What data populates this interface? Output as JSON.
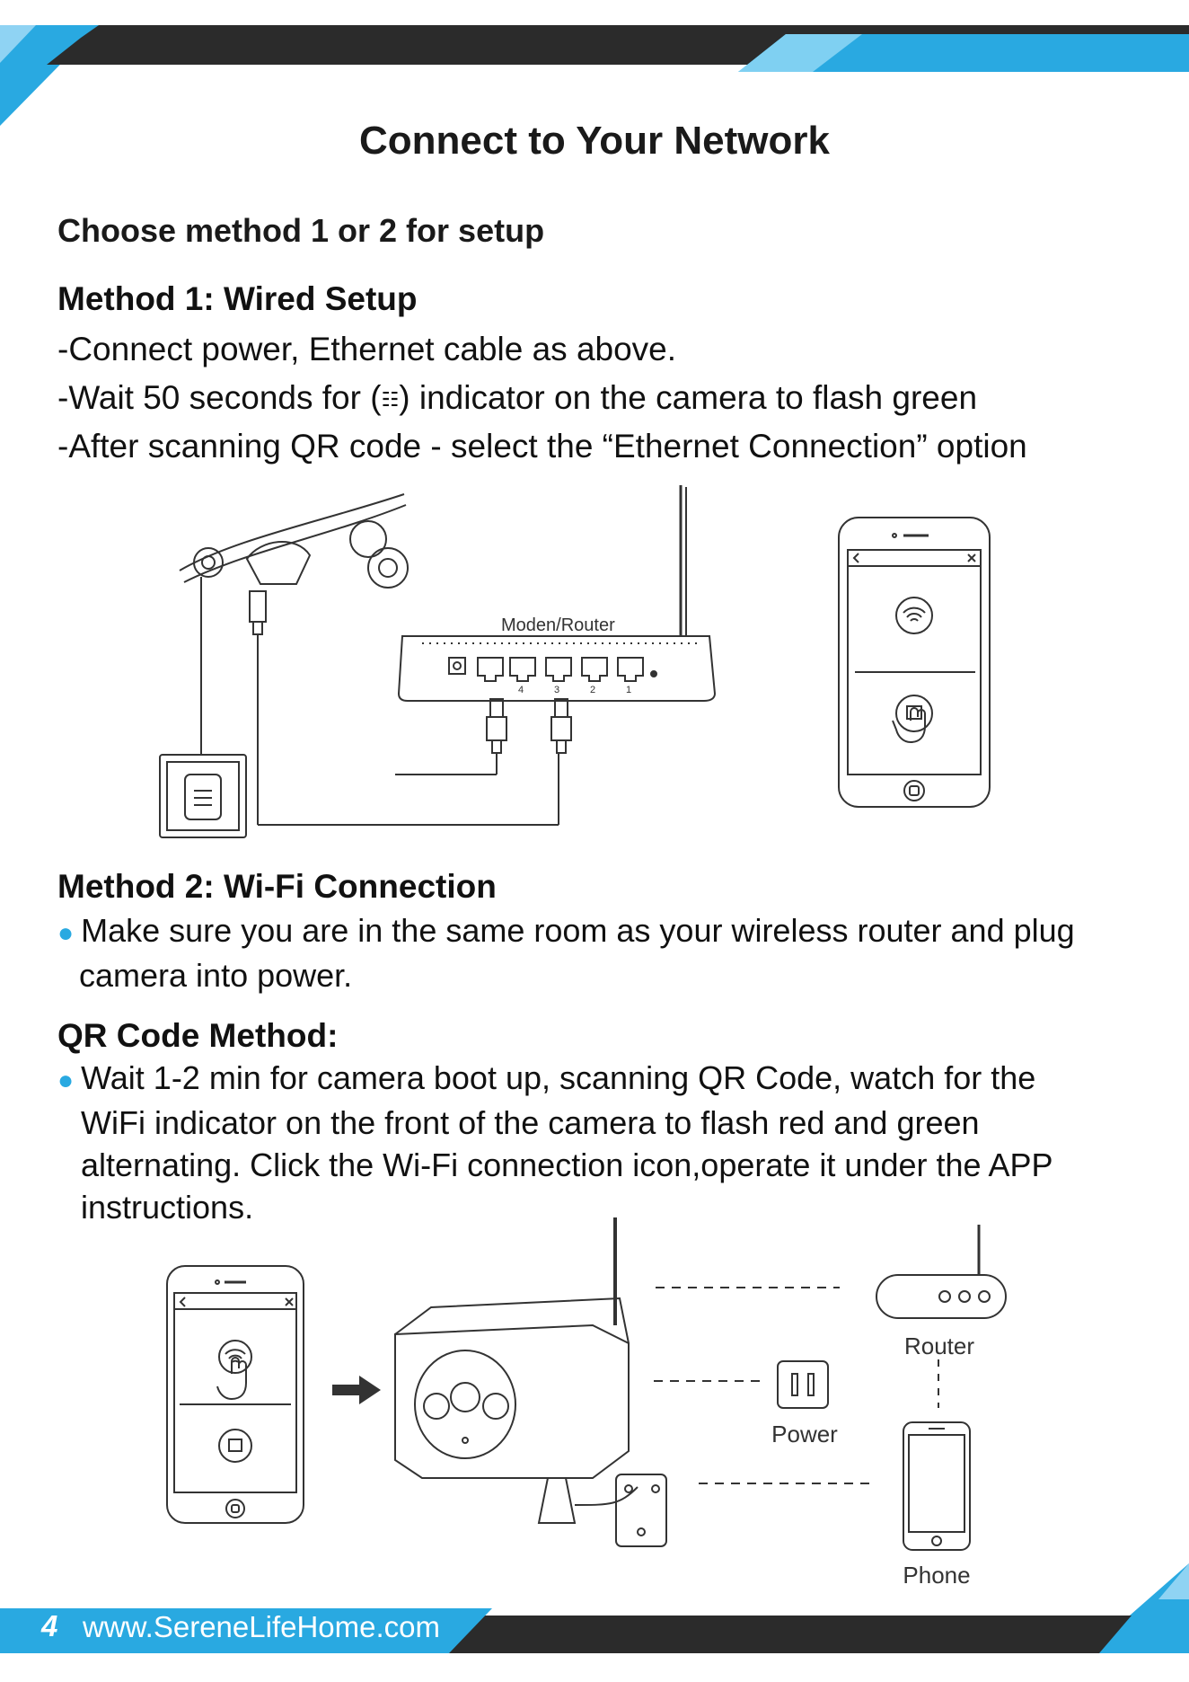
{
  "page": {
    "title": "Connect to Your Network",
    "choose": "Choose method 1 or 2 for setup",
    "page_number": "4",
    "website": "www.SereneLifeHome.com",
    "accent_color": "#29a9e1",
    "dark_color": "#2b2b2b"
  },
  "method1": {
    "heading": "Method 1: Wired Setup",
    "line1": "-Connect power, Ethernet cable as above.",
    "line2_pre": "-Wait 50 seconds for (",
    "line2_post": ") indicator on the camera to flash green",
    "line3": "-After scanning QR code - select the “Ethernet Connection” option",
    "diagram_label": "Moden/Router",
    "port_numbers": [
      "4",
      "3",
      "2",
      "1"
    ]
  },
  "method2": {
    "heading": "Method 2: Wi-Fi Connection",
    "bullet_line1": "Make sure you are in the same room as your wireless router and plug",
    "bullet_line2": "camera into power."
  },
  "qr": {
    "heading": "QR Code Method:",
    "line1": "Wait 1-2 min for camera boot up, scanning QR Code, watch for the",
    "line2": "WiFi indicator on the front of the camera to flash red and green",
    "line3": "alternating. Click the Wi-Fi connection icon,operate it under the APP",
    "line4": "instructions.",
    "label_router": "Router",
    "label_power": "Power",
    "label_phone": "Phone"
  },
  "icons": [
    "wifi-icon",
    "ethernet-icon",
    "hand-pointer-icon",
    "back-chevron-icon",
    "close-icon",
    "home-button-icon"
  ]
}
